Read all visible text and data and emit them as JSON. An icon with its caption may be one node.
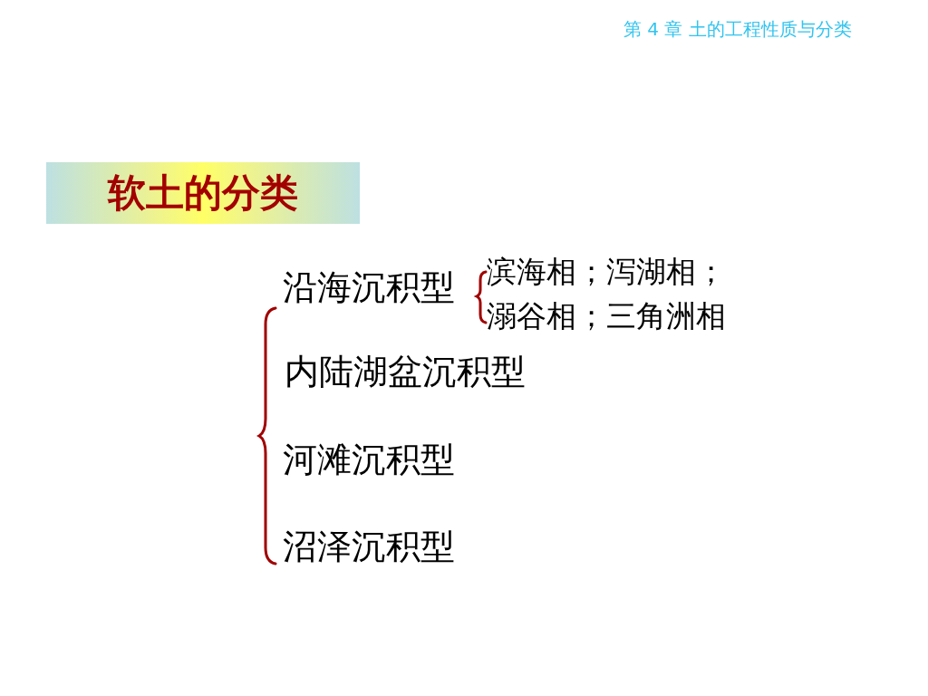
{
  "diagram": {
    "nodes": [
      {
        "text": [
          "软土的分类"
        ]
      }
    ],
    "labels": [
      "第 4 章 土的工程性质与分类",
      "沿海沉积型",
      "滨海相；泻湖相；溺谷相；三角洲相",
      "内陆湖盆沉积型",
      "河滩沉积型",
      "沼泽沉积型"
    ]
  }
}
